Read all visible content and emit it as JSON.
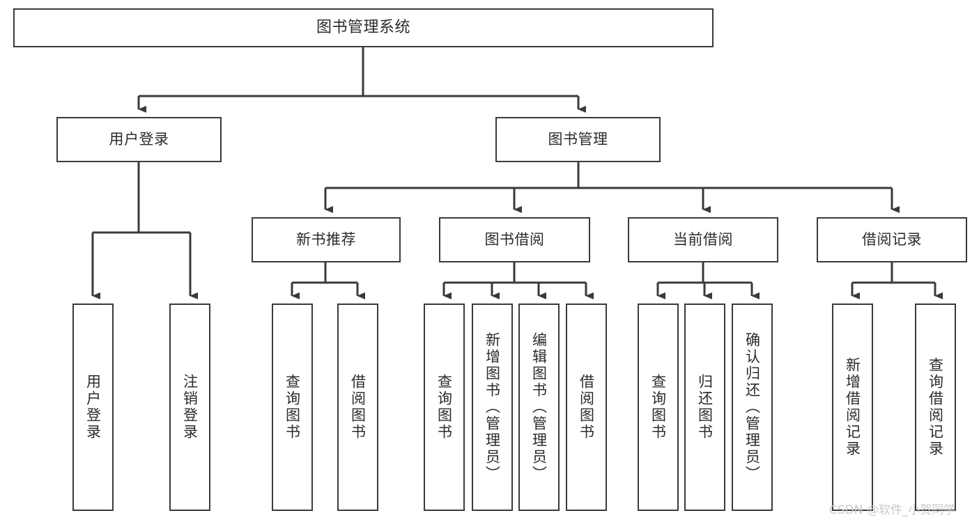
{
  "diagram": {
    "type": "tree-hierarchy",
    "title": "图书管理系统",
    "watermark": "CSDN @软件_小贺同学",
    "colors": {
      "box_border": "#3a3a3a",
      "box_fill": "#ffffff",
      "edge": "#3a3a3a",
      "text": "#2b2b2b",
      "watermark": "#c9c9c9",
      "background": "#ffffff"
    },
    "nodes": {
      "root": {
        "label": "图书管理系统",
        "level": 0
      },
      "l1": [
        {
          "id": "user-login",
          "label": "用户登录"
        },
        {
          "id": "book-manage",
          "label": "图书管理"
        }
      ],
      "l2": [
        {
          "id": "new-book-rec",
          "label": "新书推荐"
        },
        {
          "id": "book-borrow",
          "label": "图书借阅"
        },
        {
          "id": "current-borrow",
          "label": "当前借阅"
        },
        {
          "id": "borrow-record",
          "label": "借阅记录"
        }
      ],
      "leaves": {
        "user-login": [
          {
            "id": "leaf-user-login",
            "label": "用户登录"
          },
          {
            "id": "leaf-logout-login",
            "label": "注销登录"
          }
        ],
        "new-book-rec": [
          {
            "id": "leaf-query-book-1",
            "label": "查询图书"
          },
          {
            "id": "leaf-borrow-book-1",
            "label": "借阅图书"
          }
        ],
        "book-borrow": [
          {
            "id": "leaf-query-book-2",
            "label": "查询图书"
          },
          {
            "id": "leaf-add-book",
            "label": "新增图书（管理员）"
          },
          {
            "id": "leaf-edit-book",
            "label": "编辑图书（管理员）"
          },
          {
            "id": "leaf-borrow-book-2",
            "label": "借阅图书"
          }
        ],
        "current-borrow": [
          {
            "id": "leaf-query-book-3",
            "label": "查询图书"
          },
          {
            "id": "leaf-return-book",
            "label": "归还图书"
          },
          {
            "id": "leaf-confirm-return",
            "label": "确认归还（管理员）"
          }
        ],
        "borrow-record": [
          {
            "id": "leaf-add-record",
            "label": "新增借阅记录"
          },
          {
            "id": "leaf-query-record",
            "label": "查询借阅记录"
          }
        ]
      }
    }
  }
}
